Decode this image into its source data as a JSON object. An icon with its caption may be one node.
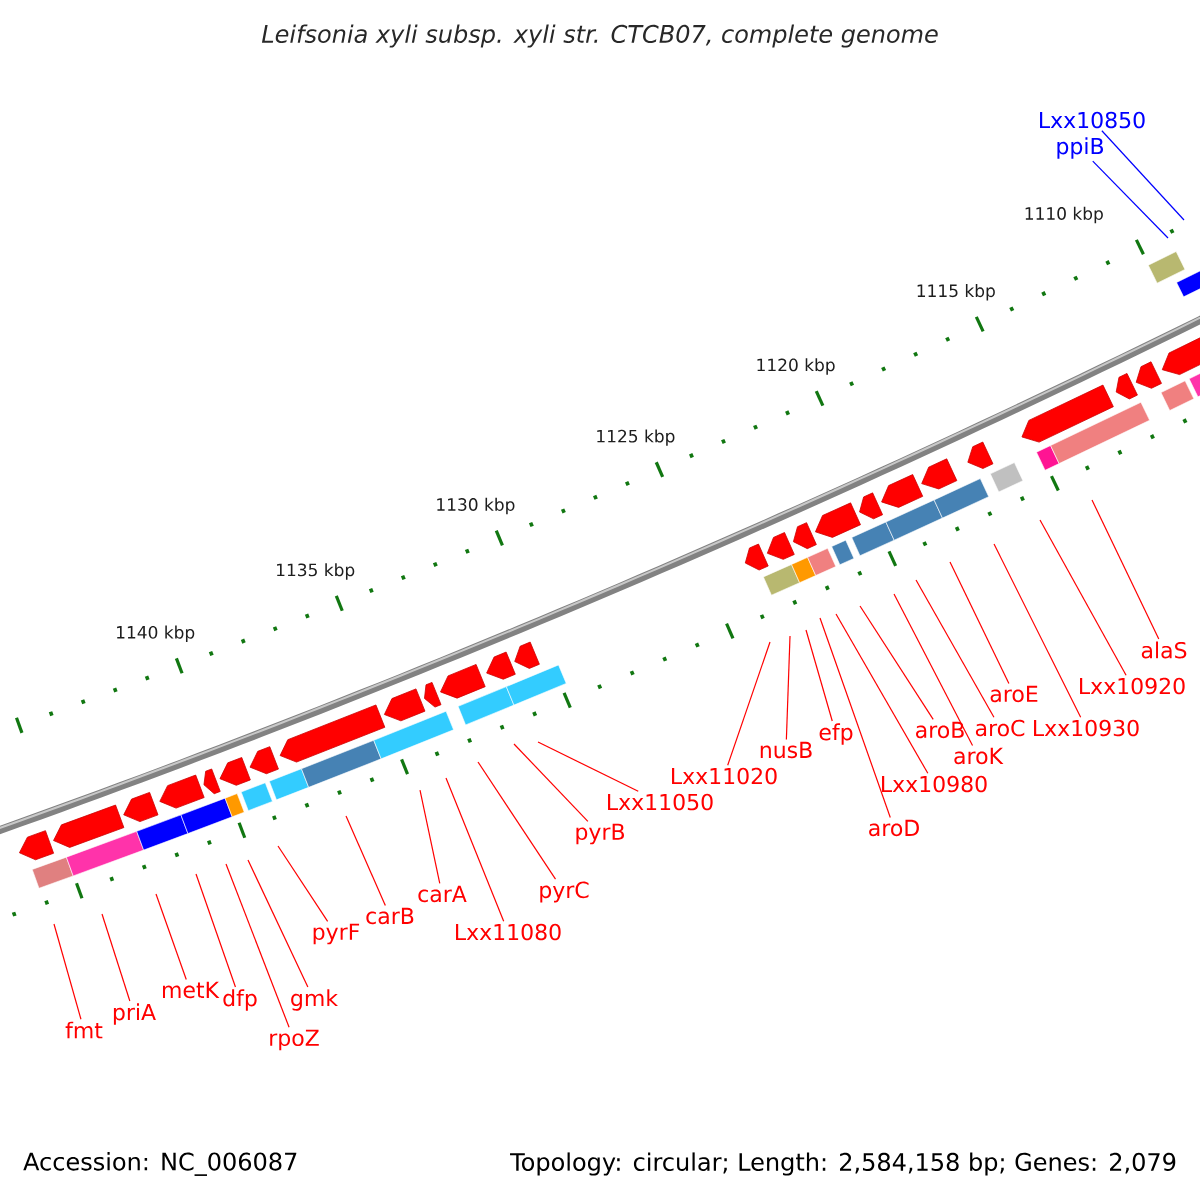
{
  "diagram": {
    "title": "Leifsonia xyli subsp. xyli str. CTCB07, complete genome",
    "nodes": [
      {
        "text": [
          "fmt"
        ]
      },
      {
        "text": [
          "priA"
        ]
      },
      {
        "text": [
          "metK"
        ]
      },
      {
        "text": [
          "dfp"
        ]
      },
      {
        "text": [
          "rpoZ"
        ]
      },
      {
        "text": [
          "gmk"
        ]
      },
      {
        "text": [
          "pyrF"
        ]
      },
      {
        "text": [
          "carB"
        ]
      },
      {
        "text": [
          "carA"
        ]
      },
      {
        "text": [
          "Lxx11080"
        ]
      },
      {
        "text": [
          "pyrC"
        ]
      },
      {
        "text": [
          "pyrB"
        ]
      },
      {
        "text": [
          "Lxx11050"
        ]
      },
      {
        "text": [
          "Lxx11020"
        ]
      },
      {
        "text": [
          "nusB"
        ]
      },
      {
        "text": [
          "efp"
        ]
      },
      {
        "text": [
          "aroD"
        ]
      },
      {
        "text": [
          "Lxx10980"
        ]
      },
      {
        "text": [
          "aroB"
        ]
      },
      {
        "text": [
          "aroK"
        ]
      },
      {
        "text": [
          "aroC"
        ]
      },
      {
        "text": [
          "aroE"
        ]
      },
      {
        "text": [
          "Lxx10930"
        ]
      },
      {
        "text": [
          "Lxx10920"
        ]
      },
      {
        "text": [
          "alaS"
        ]
      },
      {
        "text": [
          "ppiB"
        ]
      },
      {
        "text": [
          "Lxx10850"
        ]
      }
    ],
    "edges": [
      {
        "from": 0,
        "to": null,
        "arrow": "none"
      },
      {
        "from": 1,
        "to": null,
        "arrow": "none"
      },
      {
        "from": 2,
        "to": null,
        "arrow": "none"
      },
      {
        "from": 3,
        "to": null,
        "arrow": "none"
      },
      {
        "from": 4,
        "to": null,
        "arrow": "none"
      },
      {
        "from": 5,
        "to": null,
        "arrow": "none"
      },
      {
        "from": 6,
        "to": null,
        "arrow": "none"
      },
      {
        "from": 7,
        "to": null,
        "arrow": "none"
      },
      {
        "from": 8,
        "to": null,
        "arrow": "none"
      },
      {
        "from": 9,
        "to": null,
        "arrow": "none"
      },
      {
        "from": 10,
        "to": null,
        "arrow": "none"
      },
      {
        "from": 11,
        "to": null,
        "arrow": "none"
      },
      {
        "from": 12,
        "to": null,
        "arrow": "none"
      },
      {
        "from": 13,
        "to": null,
        "arrow": "none"
      },
      {
        "from": 14,
        "to": null,
        "arrow": "none"
      },
      {
        "from": 15,
        "to": null,
        "arrow": "none"
      },
      {
        "from": 16,
        "to": null,
        "arrow": "none"
      },
      {
        "from": 17,
        "to": null,
        "arrow": "none"
      },
      {
        "from": 18,
        "to": null,
        "arrow": "none"
      },
      {
        "from": 19,
        "to": null,
        "arrow": "none"
      },
      {
        "from": 20,
        "to": null,
        "arrow": "none"
      },
      {
        "from": 21,
        "to": null,
        "arrow": "none"
      },
      {
        "from": 22,
        "to": null,
        "arrow": "none"
      },
      {
        "from": 23,
        "to": null,
        "arrow": "none"
      },
      {
        "from": 24,
        "to": null,
        "arrow": "none"
      },
      {
        "from": 25,
        "to": null,
        "arrow": "none",
        "color": "#0000ff"
      },
      {
        "from": 26,
        "to": null,
        "arrow": "none",
        "color": "#0000ff"
      }
    ],
    "labels": [
      "1110 kbp",
      "1115 kbp",
      "1120 kbp",
      "1125 kbp",
      "1130 kbp",
      "1135 kbp",
      "1140 kbp",
      "Accession: NC_006087",
      "Topology: circular; Length: 2,584,158 bp; Genes: 2,079"
    ]
  }
}
